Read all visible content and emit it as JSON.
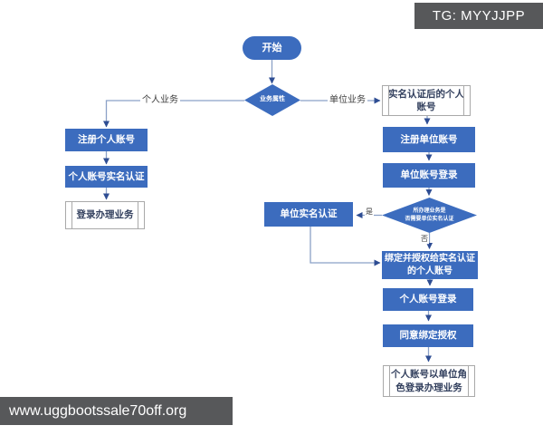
{
  "watermarks": {
    "tg": "TG: MYYJJPP",
    "url": "www.uggbootssale70off.org"
  },
  "colors": {
    "node_blue": "#3c6cbe",
    "connector_line": "#8ba1c7",
    "arrowhead": "#2e4d93",
    "subroutine_border": "#a9a9a9",
    "subroutine_text": "#33405e",
    "watermark_bg": "#57585a",
    "background": "#ffffff"
  },
  "flowchart": {
    "nodes": {
      "start": {
        "type": "terminator",
        "label": "开始"
      },
      "biz_type": {
        "type": "decision",
        "label": "业务属性"
      },
      "reg_personal": {
        "type": "process",
        "label": "注册个人账号"
      },
      "personal_auth": {
        "type": "process",
        "label": "个人账号实名认证"
      },
      "login_handle": {
        "type": "subroutine",
        "label": "登录办理业务"
      },
      "authed_personal": {
        "type": "subroutine",
        "label": "实名认证后的个人\n账号"
      },
      "reg_unit": {
        "type": "process",
        "label": "注册单位账号"
      },
      "unit_login": {
        "type": "process",
        "label": "单位账号登录"
      },
      "need_unit_auth": {
        "type": "decision",
        "label": "所办理业务是\n否需要单位实名认证"
      },
      "unit_auth": {
        "type": "process",
        "label": "单位实名认证"
      },
      "bind_authorize": {
        "type": "process",
        "label": "绑定并授权给实名认证\n的个人账号"
      },
      "personal_login": {
        "type": "process",
        "label": "个人账号登录"
      },
      "agree_bind": {
        "type": "process",
        "label": "同意绑定授权"
      },
      "unit_role_login": {
        "type": "subroutine",
        "label": "个人账号以单位角\n色登录办理业务"
      }
    },
    "edge_labels": {
      "personal_biz": "个人业务",
      "unit_biz": "单位业务",
      "yes": "是",
      "no": "否"
    }
  }
}
